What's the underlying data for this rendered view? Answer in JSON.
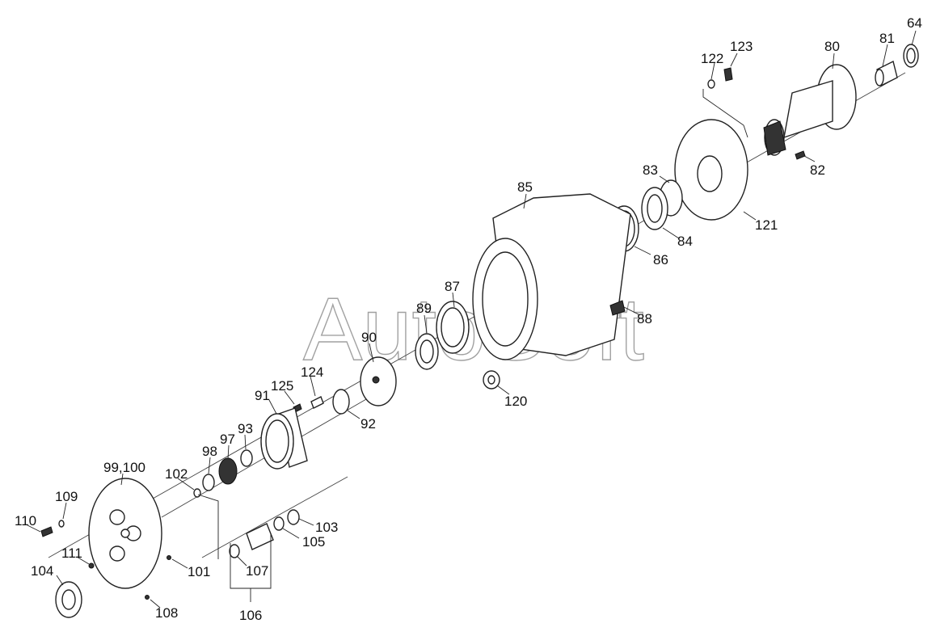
{
  "watermark": "AutoSoft",
  "callouts": [
    "64",
    "80",
    "81",
    "82",
    "83",
    "84",
    "85",
    "86",
    "87",
    "88",
    "89",
    "90",
    "91",
    "92",
    "93",
    "97",
    "98",
    "99,100",
    "101",
    "102",
    "103",
    "104",
    "105",
    "106",
    "107",
    "108",
    "109",
    "110",
    "111",
    "120",
    "121",
    "122",
    "123",
    "124",
    "125"
  ]
}
